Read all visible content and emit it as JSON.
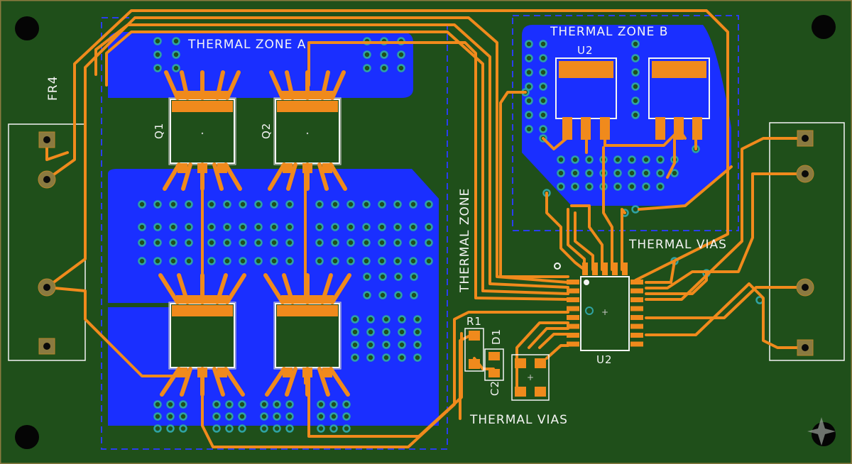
{
  "board": {
    "material_label": "FR4",
    "colors": {
      "substrate": "#1f4f1a",
      "copper_pour": "#1a2fff",
      "trace": "#f08a1c",
      "via_ring": "#2fa3a3",
      "silkscreen": "#f4f4f4",
      "zone_outline": "#2a3df0",
      "edge": "#8a7a40"
    }
  },
  "zones": {
    "a_label": "THERMAL ZONE A",
    "b_label": "THERMAL ZONE B",
    "side_label": "THERMAL ZONE"
  },
  "thermal_vias_labels": [
    "THERMAL VIAS",
    "THERMAL VIAS"
  ],
  "components": {
    "q1": "Q1",
    "q2": "Q2",
    "u2_top": "U2",
    "u2_ic": "U2",
    "r1": "R1",
    "d1": "D1",
    "c2": "C2"
  }
}
